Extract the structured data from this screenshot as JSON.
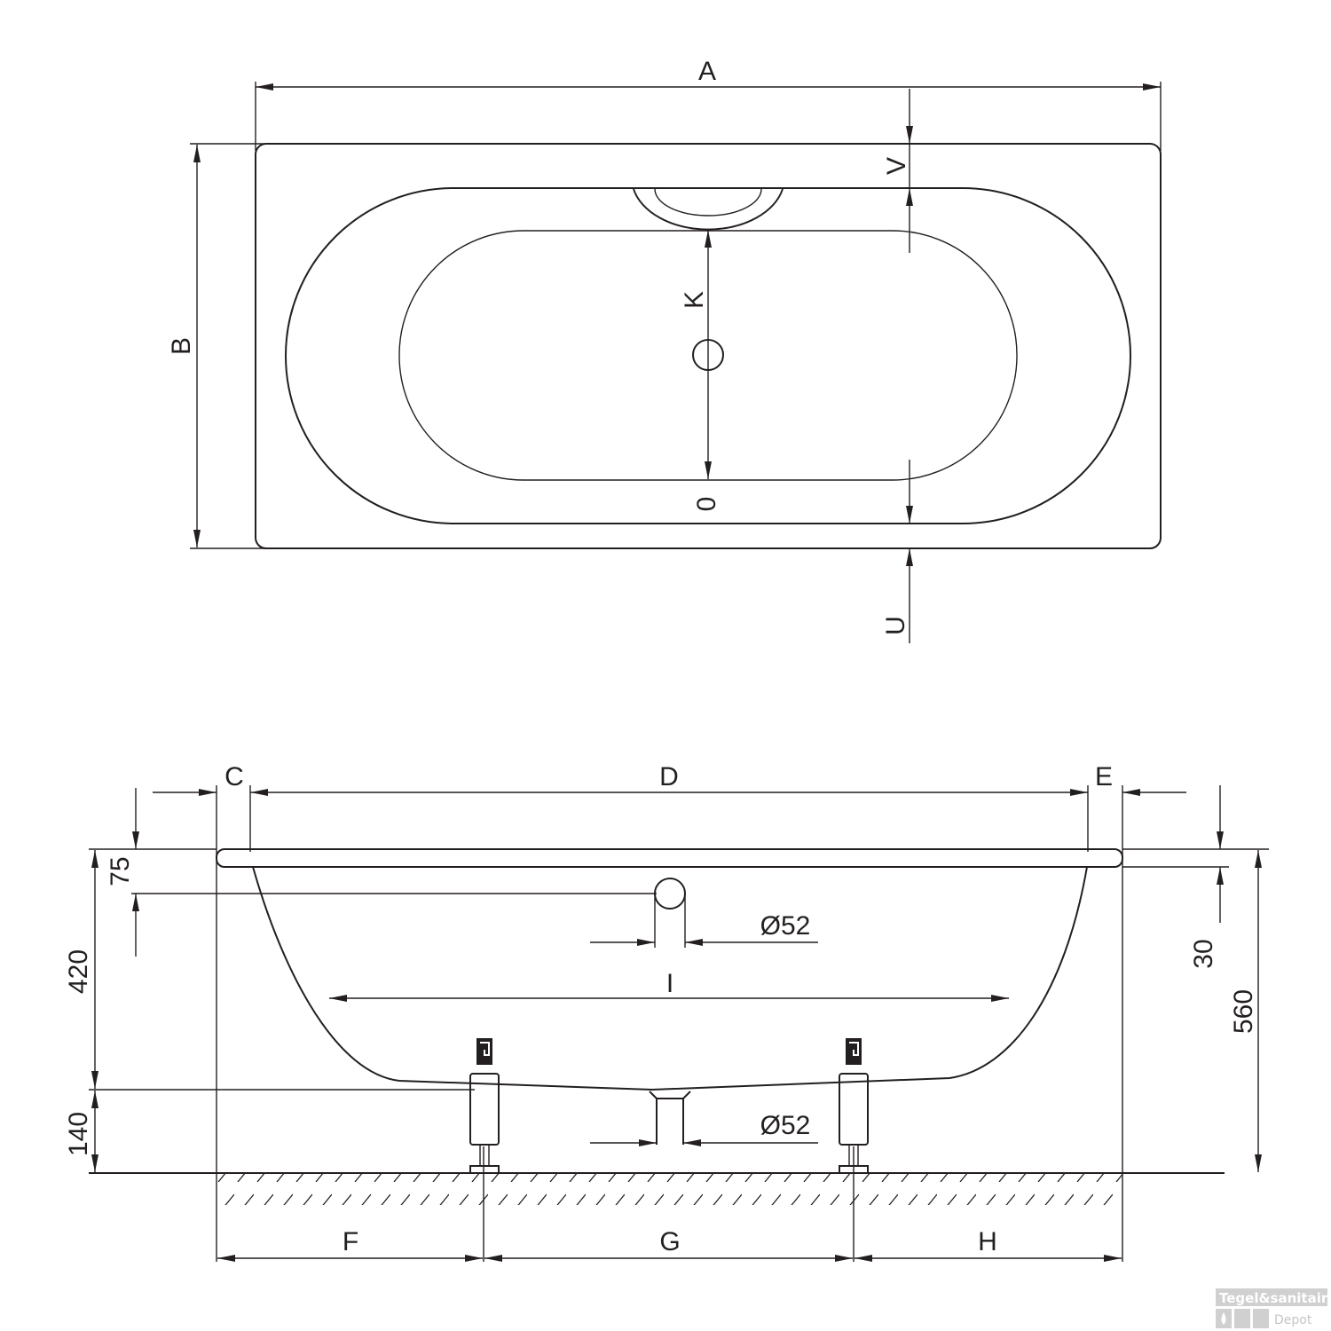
{
  "top_view": {
    "labels": {
      "A": "A",
      "B": "B",
      "V": "V",
      "K": "K",
      "overflow": "0",
      "U": "U"
    }
  },
  "side_view": {
    "labels": {
      "C": "C",
      "D": "D",
      "E": "E",
      "I": "I",
      "F": "F",
      "G": "G",
      "H": "H"
    },
    "dimensions": {
      "d75": "75",
      "d420": "420",
      "d140": "140",
      "d30": "30",
      "d560": "560",
      "overflow_dia": "Ø52",
      "drain_dia": "Ø52"
    }
  },
  "watermark": {
    "line1": "Tegel&sanitair",
    "line2": "Depot"
  },
  "colors": {
    "line": "#231f20",
    "watermark": "#c8c8c8"
  }
}
